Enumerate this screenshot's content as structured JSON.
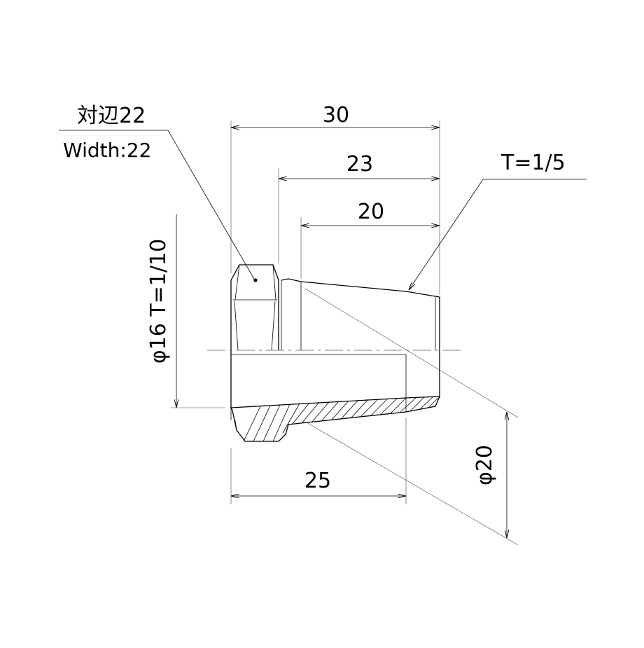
{
  "part": {
    "annotations": {
      "width_across_flats_jp": "対辺22",
      "width_across_flats_en": "Width:22",
      "thread_taper": "T=1/5",
      "bore_spec": "φ16 T=1/10"
    },
    "dimensions": {
      "overall_length": "30",
      "length_23": "23",
      "length_20": "20",
      "length_25": "25",
      "outer_diameter": "φ20"
    }
  }
}
